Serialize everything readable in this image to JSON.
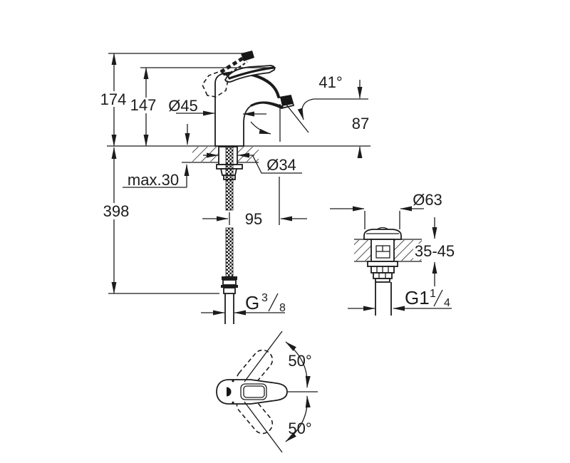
{
  "drawing": {
    "title": "single-lever-basin-mixer-dimension-drawing",
    "colors": {
      "line": "#1c1c1c",
      "background": "#ffffff"
    },
    "front_view": {
      "dim_height_total": "174",
      "dim_height_body": "147",
      "dia_base": "Ø45",
      "angle_spray": "41°",
      "dim_spout_height": "87",
      "dia_mounting_hole": "Ø34",
      "dim_counter_thickness_max": "max.30",
      "dim_hose_length": "398",
      "dim_drain_offset": "95",
      "thread_supply": {
        "prefix": "G",
        "numerator": "3",
        "denominator": "8"
      }
    },
    "drain_view": {
      "dia_flange": "Ø63",
      "dim_counter_thickness_range": "35-45",
      "thread_drain": {
        "prefix": "G1",
        "numerator": "1",
        "denominator": "4"
      }
    },
    "top_view": {
      "angle_swivel_up": "50°",
      "angle_swivel_down": "50°"
    }
  }
}
